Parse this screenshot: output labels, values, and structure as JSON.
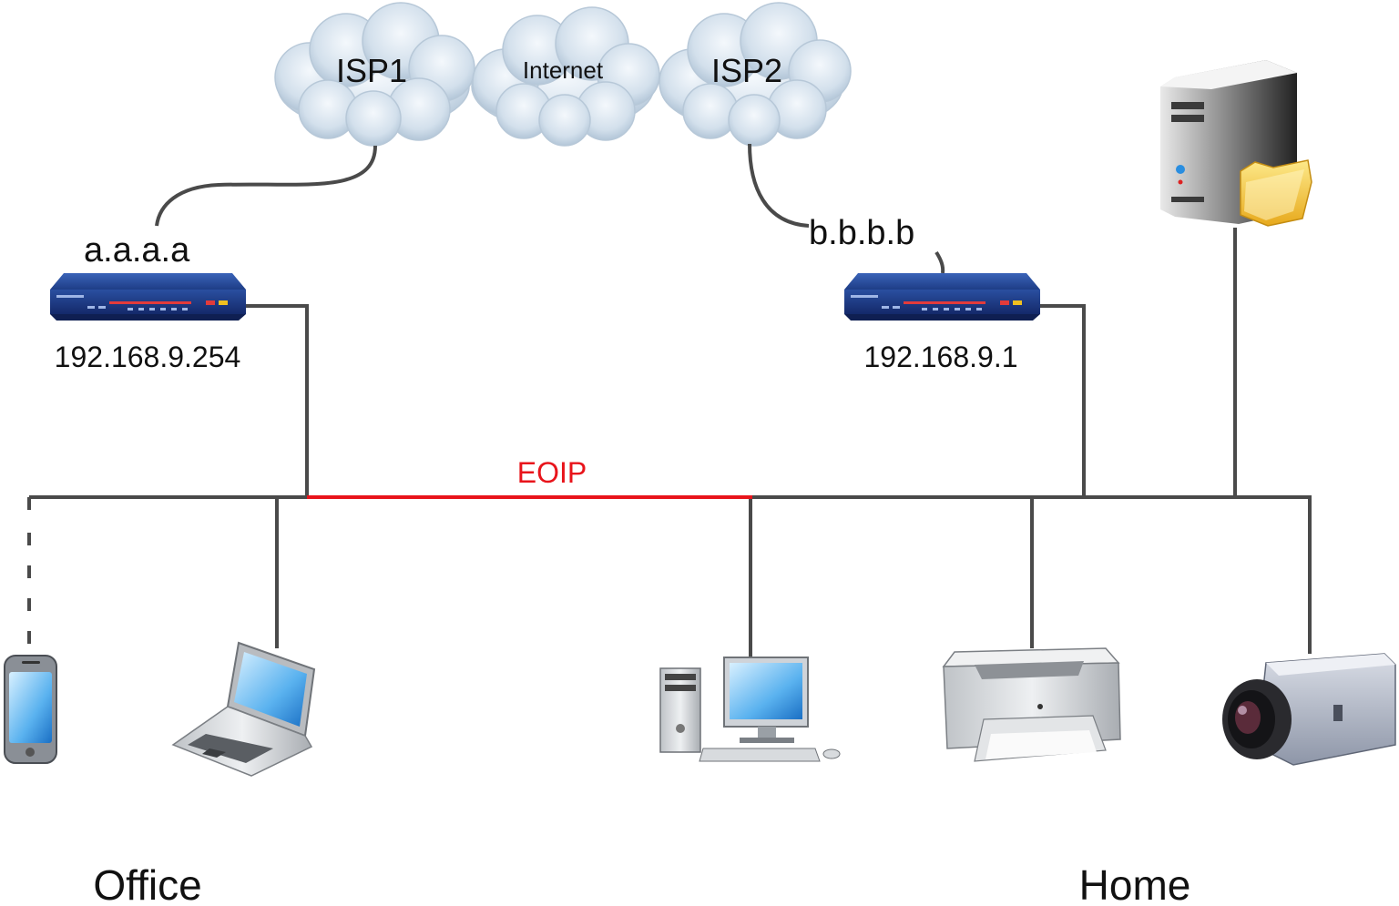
{
  "clouds": {
    "isp1": "ISP1",
    "internet": "Internet",
    "isp2": "ISP2"
  },
  "routers": {
    "office": {
      "wan_ip": "a.a.a.a",
      "lan_ip": "192.168.9.254"
    },
    "home": {
      "wan_ip": "b.b.b.b",
      "lan_ip": "192.168.9.1"
    }
  },
  "tunnel": {
    "label": "EOIP",
    "color": "#e8141b"
  },
  "sites": {
    "left": "Office",
    "right": "Home"
  },
  "devices": {
    "office": [
      "smartphone-icon",
      "laptop-icon"
    ],
    "home": [
      "desktop-computer-icon",
      "printer-icon",
      "ip-camera-icon",
      "file-server-icon"
    ]
  },
  "colors": {
    "wire": "#4a4a4a",
    "router_body": "#1f3f8a",
    "cloud": "#c8d8e8"
  }
}
